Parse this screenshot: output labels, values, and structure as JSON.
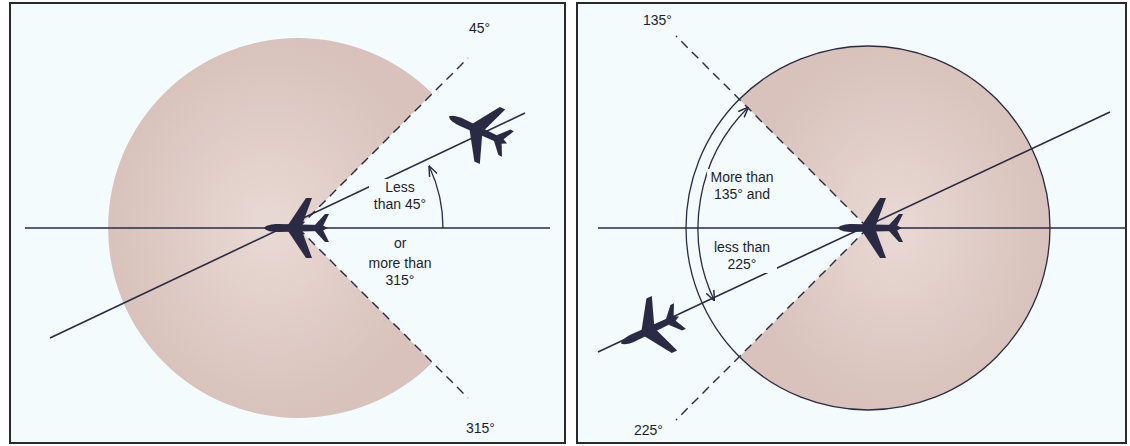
{
  "diagram": {
    "labels": [
      "45°",
      "Less than 45°",
      "or",
      "more than 315°",
      "315°",
      "135°",
      "More than 135° and",
      "less than 225°",
      "225°"
    ]
  }
}
